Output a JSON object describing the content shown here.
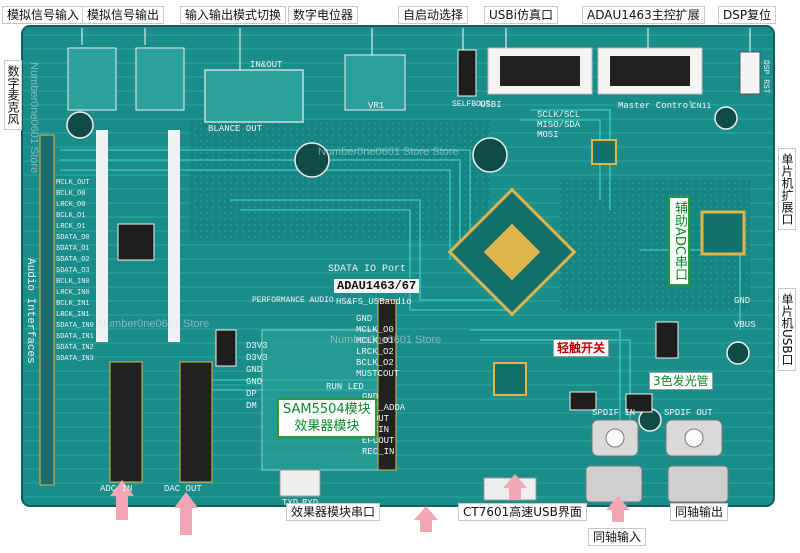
{
  "callouts": {
    "analog_in": "模拟信号输入",
    "analog_out": "模拟信号输出",
    "io_switch": "输入输出模式切换",
    "digital_pot": "数字电位器",
    "self_start": "自启动选择",
    "usbi": "USBi仿真口",
    "adau_ext": "ADAU1463主控扩展",
    "dsp_reset": "DSP复位",
    "mic": "数字麦克风",
    "mcu_ext": "单片机扩展口",
    "mcu_usb": "单片机USB口",
    "effects_uart": "效果器模块串口",
    "ct7601": "CT7601高速USB界面",
    "coax_in": "同轴输入",
    "coax_out": "同轴输出"
  },
  "board_labels": {
    "adc_uart": "辅助ADC串口",
    "touch_switch": "轻触开关",
    "rgb_led": "3色发光管",
    "sam_line1": "SAM5504模块",
    "sam_line2": "效果器模块"
  },
  "chip": {
    "part": "ADAU1463/67",
    "sub": "HS&FS_USBaudio"
  },
  "silkscreen": {
    "inout": "IN&OUT",
    "balance_out": "BLANCE OUT",
    "vr1": "VR1",
    "selfboot": "SELFBOOT",
    "usbi": "USBI",
    "master_control": "Master Control",
    "cn11": "CN11",
    "sclk_scl": "SCLK/SCL",
    "miso_sda": "MISO/SDA",
    "mosi": "MOSI",
    "sdata_io": "SDATA IO Port",
    "performance": "PERFORMANCE AUDIO",
    "audio_interfaces": "Audio Interfaces",
    "adc_in": "ADC IN",
    "dac_out": "DAC OUT",
    "run_led": "RUN LED",
    "spdif_in": "SPDIF IN",
    "spdif_out": "SPDIF OUT",
    "txd": "TXD",
    "rxd": "RXD",
    "vbus": "VBUS",
    "gnd": "GND",
    "dsp_rst": "DSP RST"
  },
  "pin_labels_left": [
    "MCLK_OUT",
    "BCLK_O0",
    "LRCK_O0",
    "BCLK_O1",
    "LRCK_O1",
    "SDATA_O0",
    "SDATA_O1",
    "SDATA_O2",
    "SDATA_O3",
    "BCLK_IN0",
    "LRCK_IN0",
    "BCLK_IN1",
    "LRCK_IN1",
    "SDATA_IN0",
    "SDATA_IN1",
    "SDATA_IN2",
    "SDATA_IN3"
  ],
  "pin_labels_mid": [
    "D3V3",
    "D3V3",
    "GND",
    "GND",
    "DP",
    "DM"
  ],
  "pin_labels_center": [
    "GND",
    "MCLK_O0",
    "MCLK_O1",
    "LRCK_O2",
    "BCLK_O2",
    "MUSTCOUT",
    "",
    "GND",
    "RST_ADDA",
    "VPOUT",
    "MICIN",
    "EFCOUT",
    "REC_IN"
  ],
  "watermarks": [
    "Number0ne0601 Store",
    "Number0ne0601 Store Store",
    "Number0ne0601 Store",
    "Number0ne0601 Store"
  ],
  "colors": {
    "board": "#1a8d8a",
    "trace": "#2fb5ad",
    "pad": "#e0b54a",
    "silk": "#f2f2f2",
    "arrow": "#f2a7b4",
    "callout_border": "#c8c8c8",
    "label_green": "#0a8a2a"
  }
}
